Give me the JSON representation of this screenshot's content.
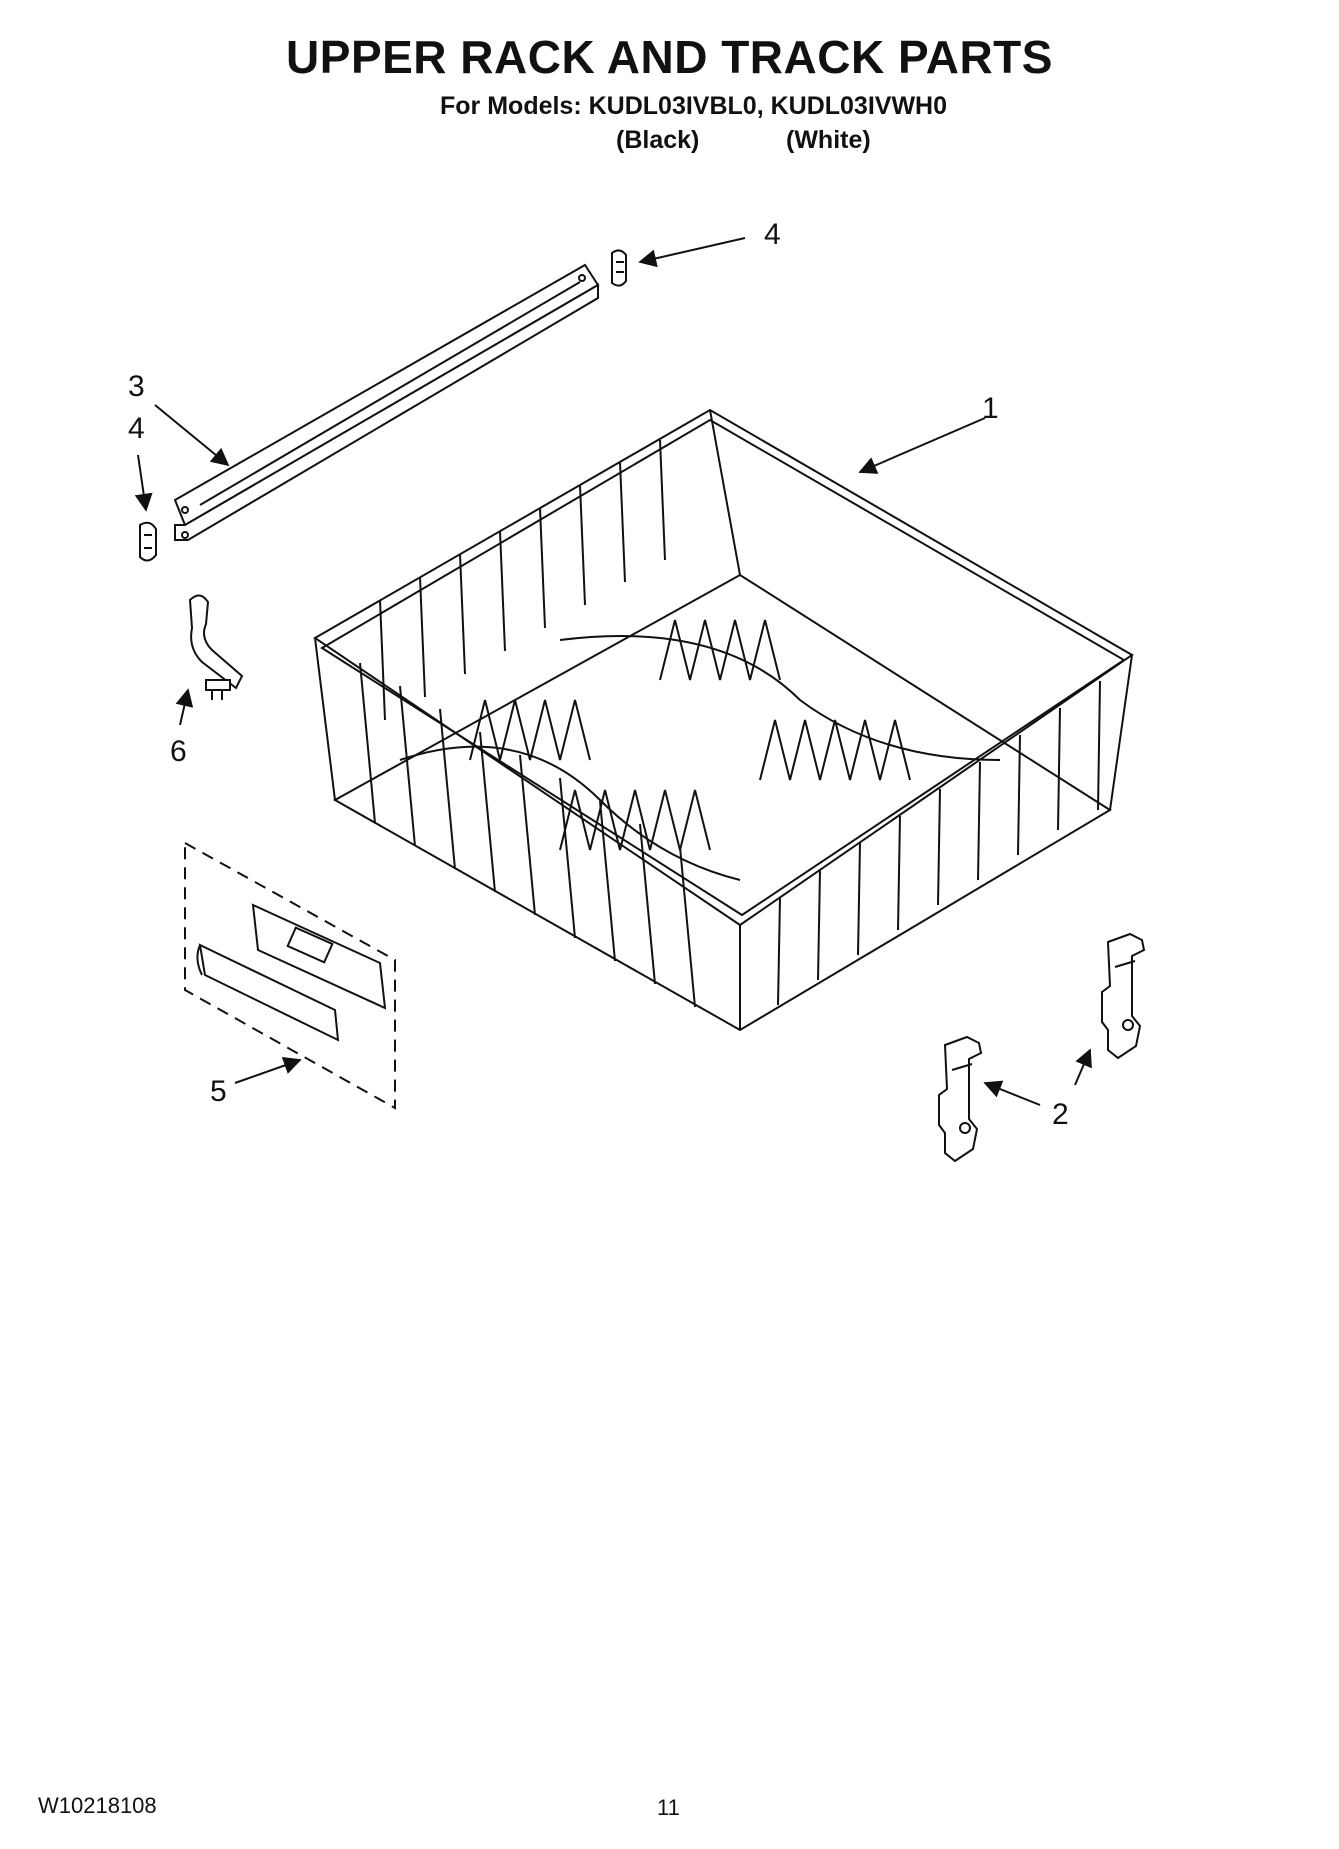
{
  "header": {
    "title": "UPPER RACK AND TRACK PARTS",
    "models_line": "For Models: KUDL03IVBL0, KUDL03IVWH0",
    "variant_black": "(Black)",
    "variant_white": "(White)"
  },
  "callouts": {
    "c1": "1",
    "c2": "2",
    "c3": "3",
    "c4_top": "4",
    "c4_left": "4",
    "c5": "5",
    "c6": "6"
  },
  "footer": {
    "doc_number": "W10218108",
    "page_number": "11"
  }
}
